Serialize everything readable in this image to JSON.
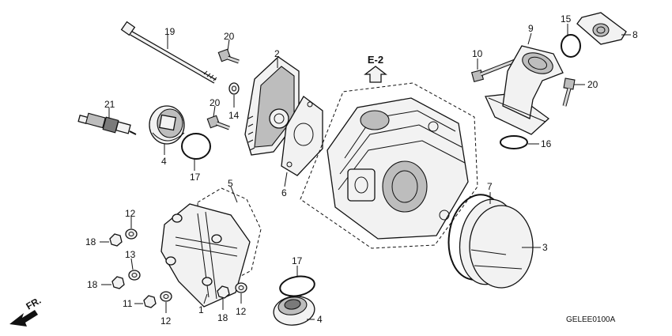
{
  "diagram": {
    "reference_code": "GELEE0100A",
    "section_ref": "E-2",
    "direction_label": "FR.",
    "callouts": {
      "c2": "2",
      "c3": "3",
      "c4a": "4",
      "c4b": "4",
      "c5": "5",
      "c6": "6",
      "c7": "7",
      "c8": "8",
      "c9": "9",
      "c10": "10",
      "c11": "11",
      "c12a": "12",
      "c12b": "12",
      "c12c": "12",
      "c13": "13",
      "c14": "14",
      "c15": "15",
      "c16": "16",
      "c17a": "17",
      "c17b": "17",
      "c18a": "18",
      "c18b": "18",
      "c18c": "18",
      "c19": "19",
      "c20a": "20",
      "c20b": "20",
      "c20c": "20",
      "c21": "21"
    }
  }
}
